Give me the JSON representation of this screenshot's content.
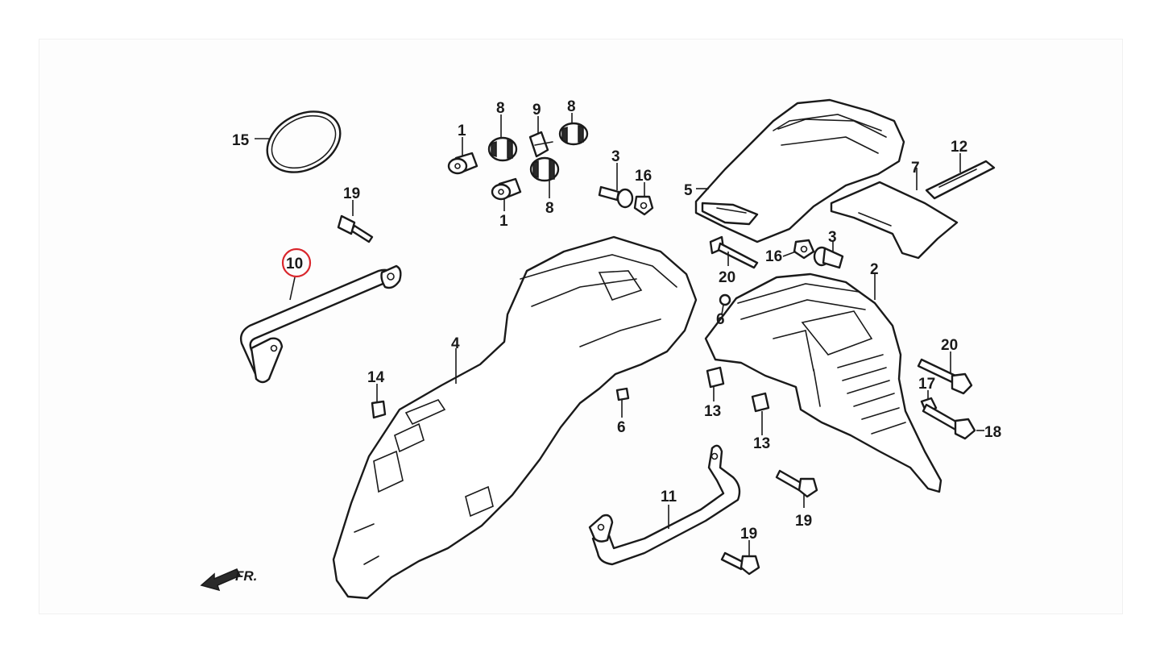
{
  "diagram": {
    "highlight_color": "#d9262c",
    "line_color": "#1a1a1a",
    "highlighted_part": "10",
    "direction_label": "FR.",
    "callouts": [
      {
        "id": "c15",
        "text": "15"
      },
      {
        "id": "c19a",
        "text": "19"
      },
      {
        "id": "c10",
        "text": "10"
      },
      {
        "id": "c1a",
        "text": "1"
      },
      {
        "id": "c1b",
        "text": "1"
      },
      {
        "id": "c8a",
        "text": "8"
      },
      {
        "id": "c9",
        "text": "9"
      },
      {
        "id": "c8b",
        "text": "8"
      },
      {
        "id": "c8c",
        "text": "8"
      },
      {
        "id": "c3a",
        "text": "3"
      },
      {
        "id": "c16a",
        "text": "16"
      },
      {
        "id": "c5",
        "text": "5"
      },
      {
        "id": "c7",
        "text": "7"
      },
      {
        "id": "c12",
        "text": "12"
      },
      {
        "id": "c20a",
        "text": "20"
      },
      {
        "id": "c16b",
        "text": "16"
      },
      {
        "id": "c3b",
        "text": "3"
      },
      {
        "id": "c2",
        "text": "2"
      },
      {
        "id": "c6a",
        "text": "6"
      },
      {
        "id": "c4",
        "text": "4"
      },
      {
        "id": "c14",
        "text": "14"
      },
      {
        "id": "c6b",
        "text": "6"
      },
      {
        "id": "c13a",
        "text": "13"
      },
      {
        "id": "c13b",
        "text": "13"
      },
      {
        "id": "c20b",
        "text": "20"
      },
      {
        "id": "c17",
        "text": "17"
      },
      {
        "id": "c18",
        "text": "18"
      },
      {
        "id": "c11",
        "text": "11"
      },
      {
        "id": "c19b",
        "text": "19"
      },
      {
        "id": "c19c",
        "text": "19"
      }
    ]
  }
}
